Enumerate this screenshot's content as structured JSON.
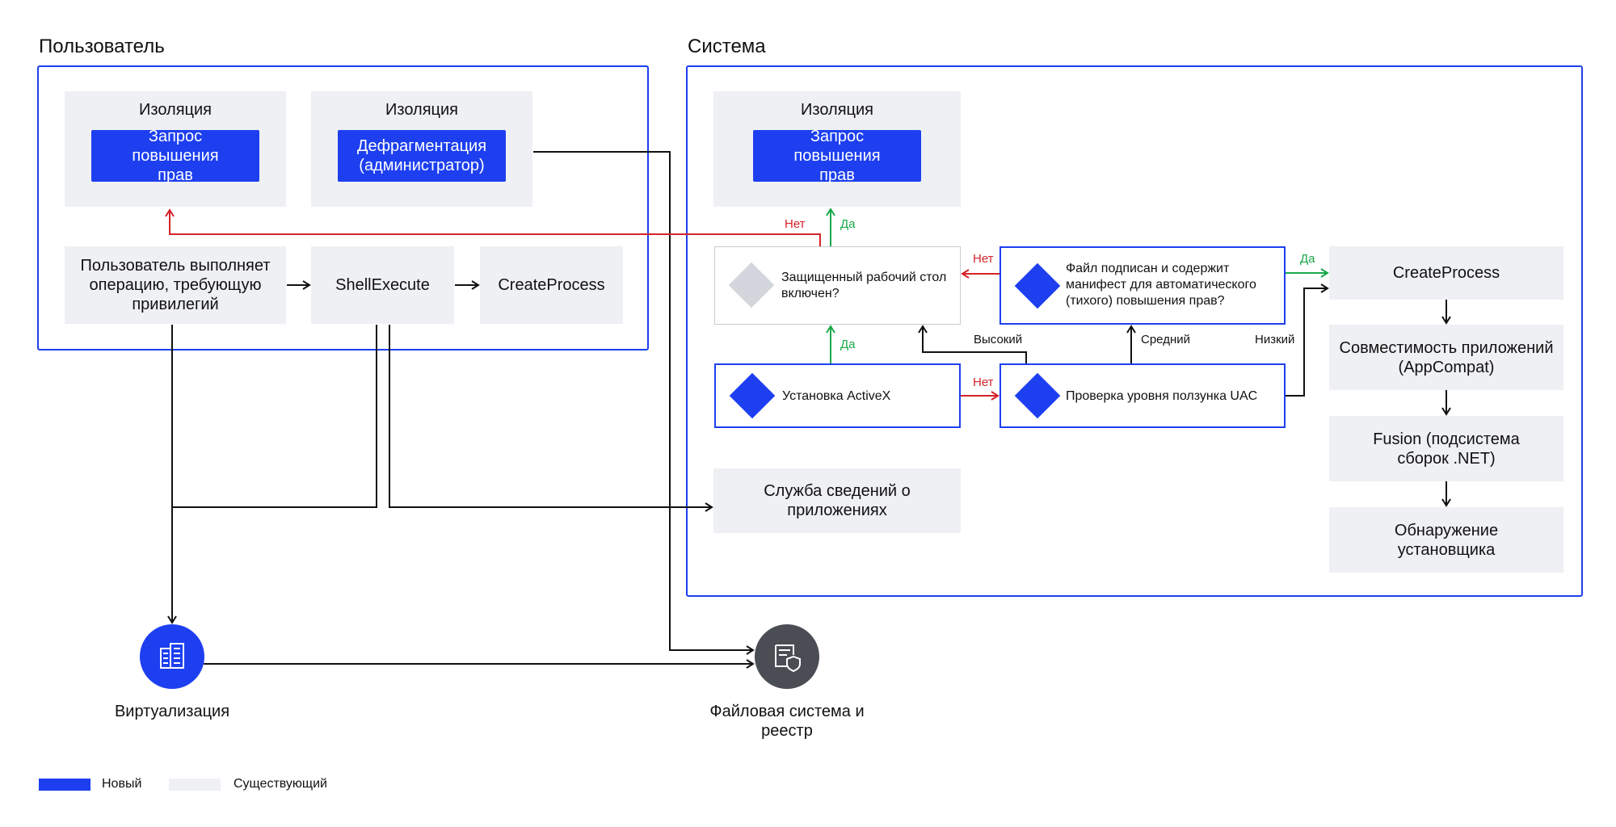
{
  "user_section": {
    "title": "Пользователь",
    "isolation1": {
      "title": "Изоляция",
      "button": "Запрос повышения прав"
    },
    "isolation2": {
      "title": "Изоляция",
      "button": "Дефрагментация (администратор)"
    },
    "user_op": "Пользователь выполняет операцию, требующую привилегий",
    "shell_execute": "ShellExecute",
    "create_process": "CreateProcess"
  },
  "system_section": {
    "title": "Система",
    "isolation": {
      "title": "Изоляция",
      "button": "Запрос повышения прав"
    },
    "secure_desktop": "Защищенный рабочий стол включен?",
    "signed_manifest": "Файл подписан и содержит манифест для автоматического (тихого) повышения прав?",
    "activex": "Установка ActiveX",
    "uac_slider": "Проверка уровня ползунка UAC",
    "app_info_service": "Служба сведений о приложениях",
    "create_process": "CreateProcess",
    "app_compat": "Совместимость приложений (AppCompat)",
    "fusion": "Fusion (подсистема сборок .NET)",
    "installer_detection": "Обнаружение установщика"
  },
  "edge_labels": {
    "no": "Нет",
    "yes": "Да",
    "high": "Высокий",
    "medium": "Средний",
    "low": "Низкий"
  },
  "virtualization": {
    "label": "Виртуализация",
    "icon": "building-icon"
  },
  "file_system": {
    "label": "Файловая система и реестр",
    "icon": "file-shield-icon"
  },
  "legend": {
    "new": "Новый",
    "existing": "Существующий"
  },
  "colors": {
    "accent_blue": "#1d3ff0",
    "existing_grey": "#eff0f3",
    "no_red": "#d5232a",
    "yes_green": "#1aa84a",
    "file_system_circle": "#4b4d55"
  }
}
